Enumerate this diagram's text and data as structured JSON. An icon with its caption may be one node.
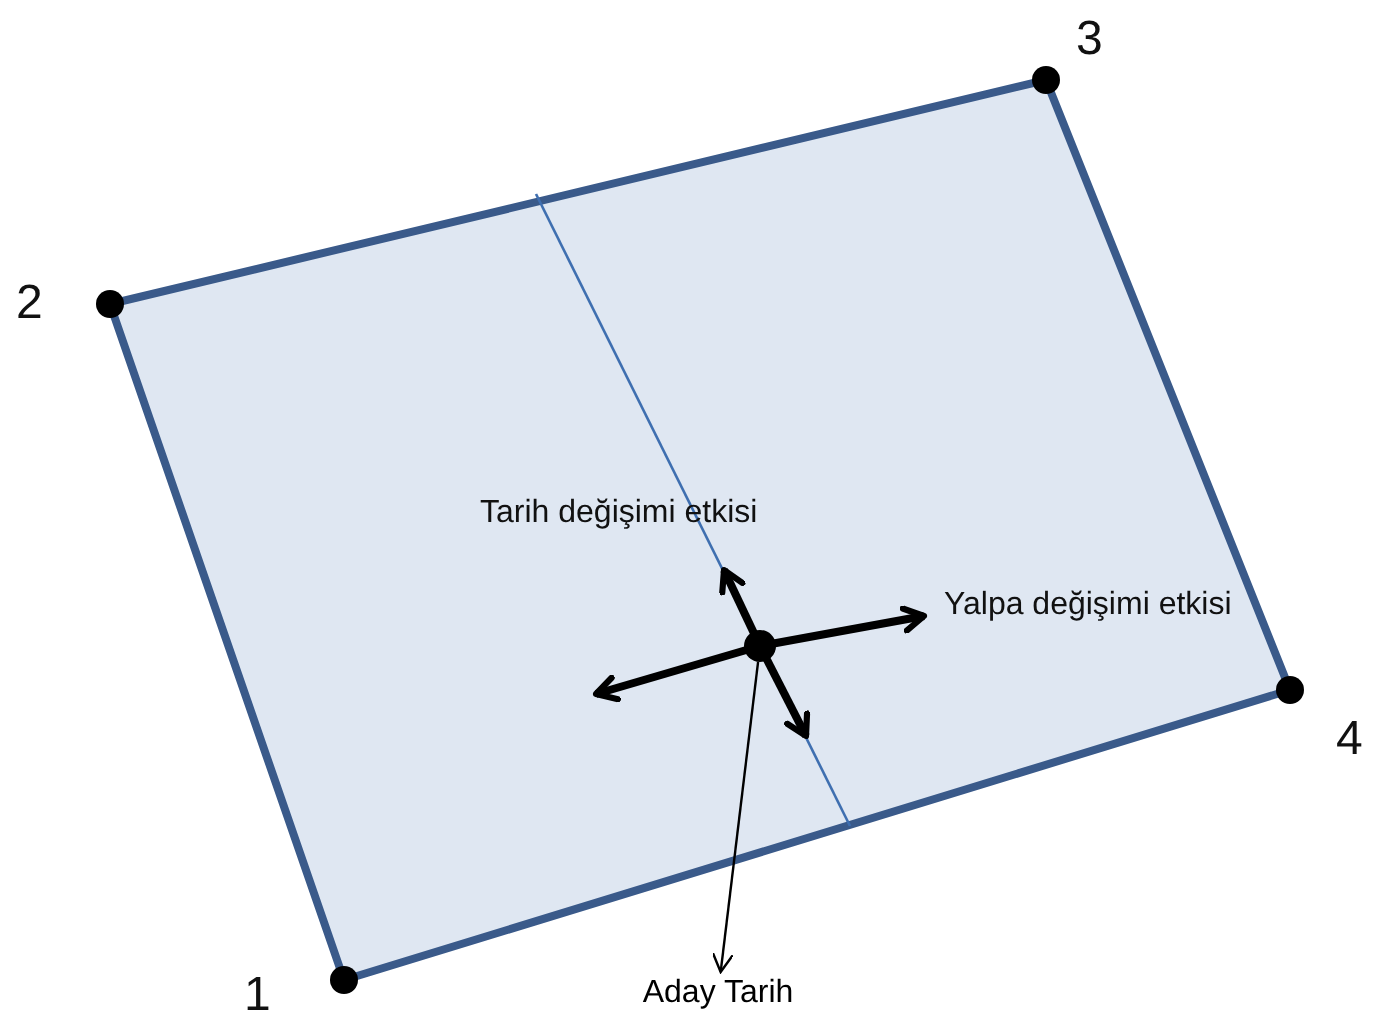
{
  "diagram": {
    "nodes": [
      {
        "text": [],
        "shape": "circle"
      },
      {
        "text": [
          "Aday Tarih"
        ]
      }
    ],
    "edges": [
      {
        "from": 0,
        "to": 1,
        "arrow": "to"
      }
    ],
    "labels": [
      "3",
      "2",
      "Tarih değişimi etkisi",
      "Yalpa değişimi etkisi",
      "4",
      "1"
    ]
  }
}
